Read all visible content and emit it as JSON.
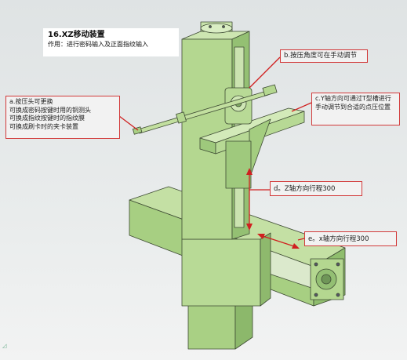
{
  "header": {
    "title": "16.XZ移动装置",
    "subtitle": "作用：进行密码输入及正面指纹输入"
  },
  "callouts": {
    "a": "a.按压头可更换\n可换成密码按键时用的铜测头\n可换成指纹按键时的指纹膜\n可换成刷卡时的夹卡装置",
    "b": "b.按压角度可在手动调节",
    "c": "c.Y轴方向可通过T型槽进行手动调节到合适的点压位置",
    "d": "d。Z轴方向行程300",
    "e": "e。x轴方向行程300"
  },
  "colors": {
    "part_green": "#b4d790",
    "part_dark": "#7fa863",
    "edge": "#3d4a33",
    "callout_border": "#d23a3a",
    "arrow": "#d02020"
  }
}
